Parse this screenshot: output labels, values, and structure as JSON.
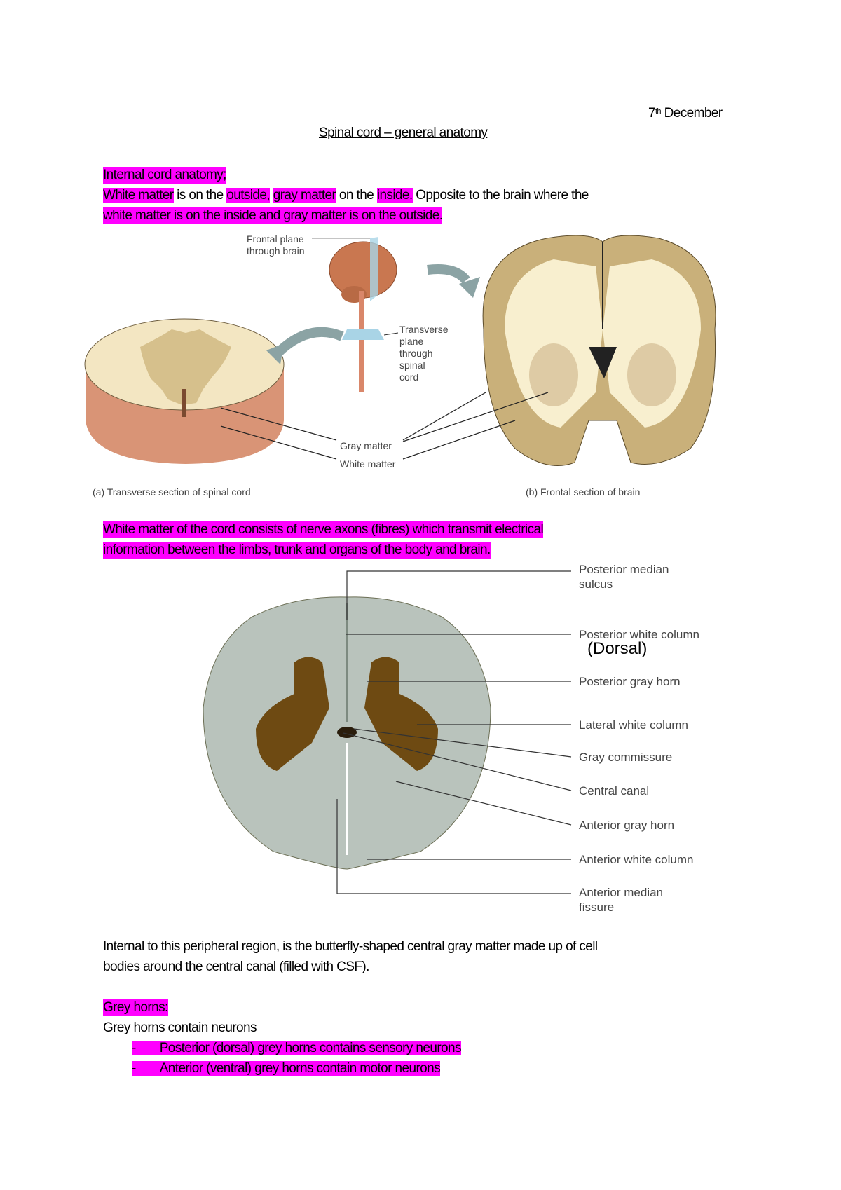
{
  "header": {
    "date_num": "7",
    "date_sup": "th",
    "date_rest": " December",
    "title": "Spinal cord – general anatomy"
  },
  "section1": {
    "heading": "Internal cord anatomy;",
    "line1_parts": [
      "White matter",
      " is on the ",
      "outside,",
      " ",
      "gray matter",
      " on the ",
      "inside.",
      " Opposite to the brain where the"
    ],
    "line2": "white matter is on the inside and gray matter is on the outside."
  },
  "figure1": {
    "frontal_plane": [
      "Frontal plane",
      "through brain"
    ],
    "transverse_plane": [
      "Transverse",
      "plane",
      "through",
      "spinal",
      "cord"
    ],
    "gray_matter": "Gray matter",
    "white_matter": "White matter",
    "caption_a": "(a) Transverse section of spinal cord",
    "caption_b": "(b) Frontal section of brain"
  },
  "section2": {
    "line1": "White matter of the cord consists of nerve axons (fibres) which transmit electrical",
    "line2": "information between the limbs, trunk and organs of the body and brain."
  },
  "figure2": {
    "labels": [
      [
        "Posterior median",
        "sulcus"
      ],
      [
        "Posterior white column"
      ],
      [
        "Posterior gray horn"
      ],
      [
        "Lateral white column"
      ],
      [
        "Gray commissure"
      ],
      [
        "Central canal"
      ],
      [
        "Anterior gray horn"
      ],
      [
        "Anterior white column"
      ],
      [
        "Anterior median",
        "fissure"
      ]
    ],
    "annotation": "(Dorsal)"
  },
  "section3": {
    "line1": "Internal to this peripheral region, is the butterfly-shaped central gray matter made up of cell",
    "line2": "bodies around the central canal (filled with CSF)."
  },
  "section4": {
    "heading": "Grey horns:",
    "intro": "Grey horns contain neurons",
    "bullets": [
      "Posterior (dorsal) grey horns contains sensory neurons",
      "Anterior (ventral) grey horns contain motor neurons"
    ],
    "bullet_marker": "-"
  },
  "colors": {
    "highlight": "#ff00ff"
  }
}
